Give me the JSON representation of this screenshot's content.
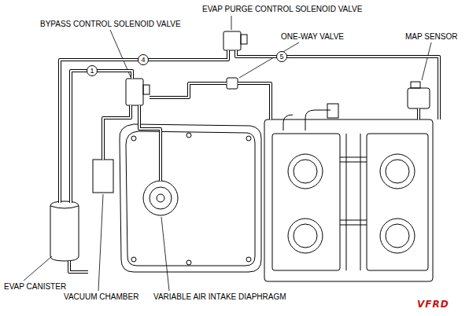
{
  "diagram": {
    "labels": [
      "EVAP PURGE CONTROL SOLENOID VALVE",
      "BYPASS CONTROL SOLENOID VALVE",
      "ONE-WAY VALVE",
      "MAP SENSOR",
      "EVAP CANISTER",
      "VACUUM CHAMBER",
      "VARIABLE AIR INTAKE DIAPHRAGM",
      "1",
      "4",
      "5",
      "VFRD"
    ]
  }
}
